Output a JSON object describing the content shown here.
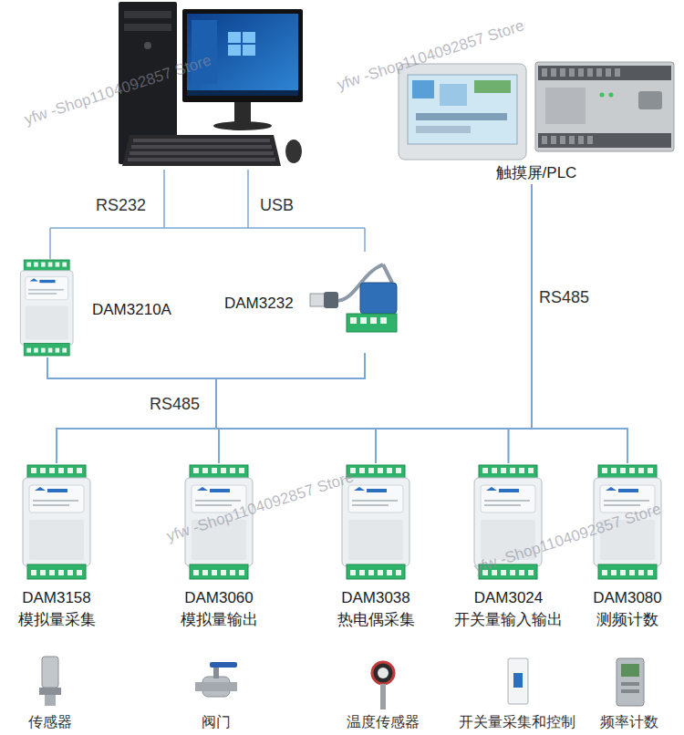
{
  "diagram": {
    "nodes": [
      {
        "text": [
          "触摸屏/PLC"
        ]
      },
      {
        "text": [
          "DAM3210A"
        ]
      },
      {
        "text": [
          "DAM3232"
        ]
      },
      {
        "text": [
          "DAM3158",
          "模拟量采集"
        ]
      },
      {
        "text": [
          "DAM3060",
          "模拟量输出"
        ]
      },
      {
        "text": [
          "DAM3038",
          "热电偶采集"
        ]
      },
      {
        "text": [
          "DAM3024",
          "开关量输入输出"
        ]
      },
      {
        "text": [
          "DAM3080",
          "测频计数"
        ]
      }
    ],
    "edges": [
      {
        "from": 1,
        "to": 3,
        "arrow": "none"
      },
      {
        "from": 1,
        "to": 4,
        "arrow": "none"
      },
      {
        "from": 1,
        "to": 5,
        "arrow": "none"
      },
      {
        "from": 1,
        "to": 6,
        "arrow": "none"
      },
      {
        "from": 1,
        "to": 7,
        "arrow": "none"
      },
      {
        "from": 2,
        "to": 3,
        "arrow": "none"
      },
      {
        "from": 2,
        "to": 4,
        "arrow": "none"
      },
      {
        "from": 2,
        "to": 5,
        "arrow": "none"
      },
      {
        "from": 2,
        "to": 6,
        "arrow": "none"
      },
      {
        "from": 2,
        "to": 7,
        "arrow": "none"
      },
      {
        "from": 0,
        "to": 3,
        "arrow": "none"
      },
      {
        "from": 0,
        "to": 4,
        "arrow": "none"
      },
      {
        "from": 0,
        "to": 5,
        "arrow": "none"
      },
      {
        "from": 0,
        "to": 6,
        "arrow": "none"
      },
      {
        "from": 0,
        "to": 7,
        "arrow": "none"
      }
    ],
    "labels": [
      "RS232",
      "USB",
      "RS485",
      "RS485",
      "传感器",
      "阀门",
      "温度传感器",
      "开关量采集和控制",
      "频率计数",
      "yfw -Shop1104092857 Store",
      "yfw -Shop1104092857 Store",
      "yfw -Shop1104092857 Store",
      "yfw -Shop1104092857 Store"
    ]
  }
}
